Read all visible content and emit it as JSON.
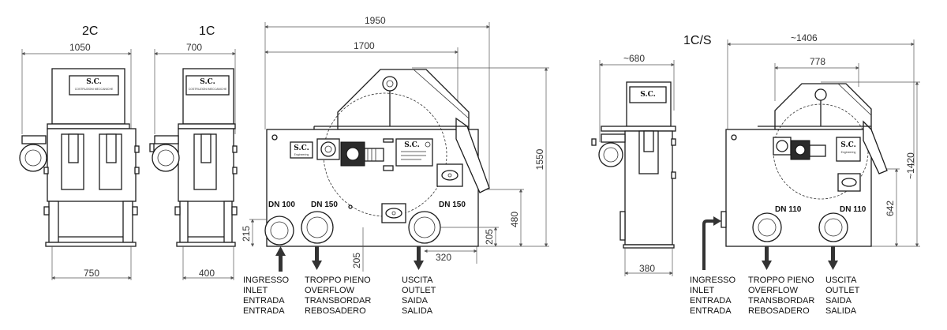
{
  "views": {
    "v2c": {
      "label": "2C",
      "dim_top": "1050",
      "dim_bottom": "750",
      "plate_brand": "S.C.",
      "plate_sub": "COSTRUZIONI MECCANICHE"
    },
    "v1c": {
      "label": "1C",
      "dim_top": "700",
      "dim_bottom": "400",
      "plate_brand": "S.C.",
      "plate_sub": "COSTRUZIONI MECCANICHE"
    },
    "vside": {
      "dim_total": "1950",
      "dim_body": "1700",
      "dim_height": "1550",
      "dim_480": "480",
      "dim_215": "215",
      "dim_205a": "205",
      "dim_205b": "205",
      "dim_320": "320",
      "dn1": "DN 100",
      "dn2": "DN 150",
      "dn3": "DN 150",
      "plate_brand": "S.C.",
      "plate_sub": "Engineering",
      "motor_plate": "S.C."
    },
    "v1cs": {
      "label": "1C/S",
      "dim_top": "~680",
      "dim_bottom": "380",
      "plate_brand": "S.C.",
      "plate_sub": ""
    },
    "vside_s": {
      "dim_total": "~1406",
      "dim_778": "778",
      "dim_height": "~1420",
      "dim_642": "642",
      "dn1": "DN 110",
      "dn2": "DN 110",
      "plate_brand": "S.C.",
      "plate_sub": "Engineering"
    }
  },
  "legends": {
    "inlet_1": [
      "INGRESSO",
      "INLET",
      "ENTRADA",
      "ENTRADA"
    ],
    "overflow_1": [
      "TROPPO PIENO",
      "OVERFLOW",
      "TRANSBORDAR",
      "REBOSADERO"
    ],
    "outlet_1": [
      "USCITA",
      "OUTLET",
      "SAIDA",
      "SALIDA"
    ],
    "inlet_2": [
      "INGRESSO",
      "INLET",
      "ENTRADA",
      "ENTRADA"
    ],
    "overflow_2": [
      "TROPPO PIENO",
      "OVERFLOW",
      "TRANSBORDAR",
      "REBOSADERO"
    ],
    "outlet_2": [
      "USCITA",
      "OUTLET",
      "SAIDA",
      "SALIDA"
    ]
  }
}
